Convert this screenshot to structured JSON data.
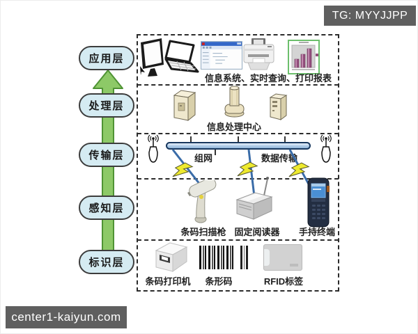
{
  "badge": {
    "text": "TG: MYYJJPP"
  },
  "watermark": {
    "text": "center1-kaiyun.com"
  },
  "layers": [
    {
      "label": "应用层"
    },
    {
      "label": "处理层"
    },
    {
      "label": "传输层"
    },
    {
      "label": "感知层"
    },
    {
      "label": "标识层"
    }
  ],
  "application_row": {
    "caption": "信息系统、实时查询、打印报表"
  },
  "processing_row": {
    "caption": "信息处理中心"
  },
  "transmission_row": {
    "networking_label": "组网",
    "data_transfer_label": "数据传输"
  },
  "perception_row": {
    "scanner_label": "条码扫描枪",
    "reader_label": "固定阅读器",
    "terminal_label": "手持终端"
  },
  "identification_row": {
    "printer_label": "条码打印机",
    "barcode_label": "条形码",
    "rfid_label": "RFID标签"
  },
  "colors": {
    "arrow_green": "#8dc967",
    "pill_fill": "#d5ebf2",
    "bus_bar_blue": "#9fbfdf",
    "bolt_yellow": "#eeea2e",
    "connector_blue": "#3a6ca8",
    "tag_background": "#5f5f5f"
  }
}
